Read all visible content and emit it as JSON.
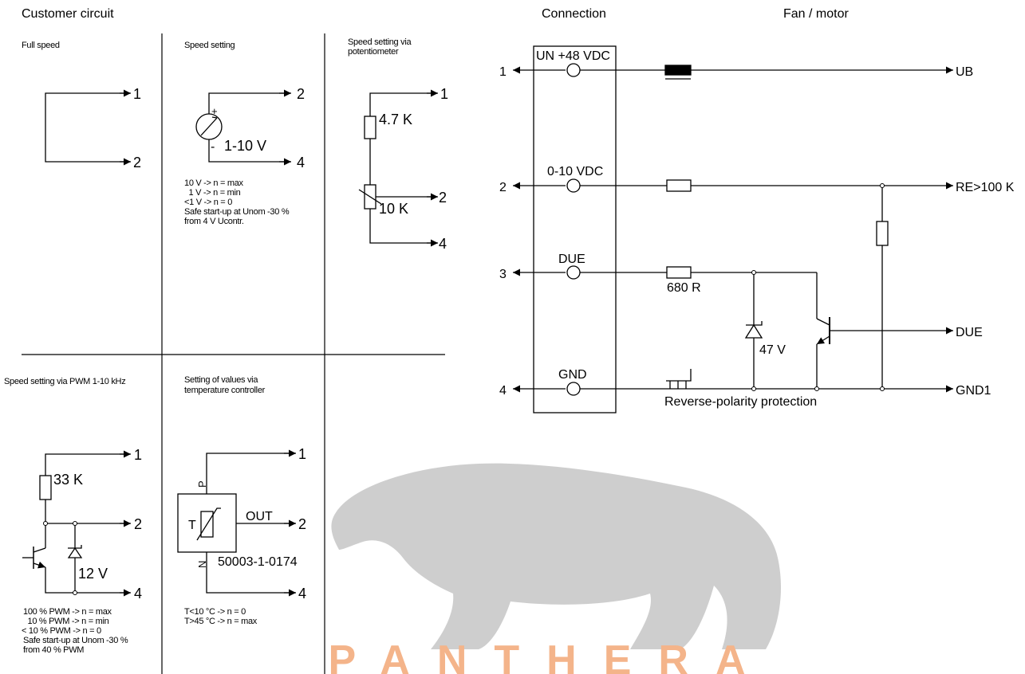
{
  "headers": {
    "customer_circuit": "Customer circuit",
    "connection": "Connection",
    "fan_motor": "Fan / motor"
  },
  "panels": {
    "full_speed": {
      "title": "Full speed",
      "pins": [
        "1",
        "2"
      ]
    },
    "speed_setting": {
      "title": "Speed setting",
      "source_label": "1-10 V",
      "plus": "+",
      "minus": "-",
      "pins": [
        "2",
        "4"
      ],
      "notes": [
        "10 V -> n = max",
        "  1 V -> n = min",
        "<1 V -> n = 0",
        "Safe start-up at Unom -30 %",
        "from 4 V Ucontr."
      ]
    },
    "potentiometer": {
      "title_lines": [
        "Speed setting via",
        "potentiometer"
      ],
      "r_fixed": "4.7 K",
      "r_pot": "10 K",
      "pins": [
        "1",
        "2",
        "4"
      ]
    },
    "pwm": {
      "title": "Speed setting via PWM 1-10 kHz",
      "resistor": "33 K",
      "zener": "12 V",
      "pins": [
        "1",
        "2",
        "4"
      ],
      "notes": [
        "100 % PWM -> n = max",
        "  10 % PWM -> n = min",
        "< 10 % PWM -> n = 0",
        "Safe start-up at Unom -30 %",
        "from 40 % PWM"
      ]
    },
    "temperature": {
      "title_lines": [
        "Setting of values via",
        "temperature controller"
      ],
      "p_label": "P",
      "n_label": "N",
      "t_label": "T",
      "out_label": "OUT",
      "part_number": "50003-1-0174",
      "pins": [
        "1",
        "2",
        "4"
      ],
      "notes": [
        "T<10 °C -> n = 0",
        "T>45 °C -> n = max"
      ]
    }
  },
  "connection": {
    "pins": [
      {
        "num": "1",
        "label": "UN +48 VDC"
      },
      {
        "num": "2",
        "label": "0-10 VDC"
      },
      {
        "num": "3",
        "label": "DUE"
      },
      {
        "num": "4",
        "label": "GND"
      }
    ]
  },
  "motor": {
    "outputs": [
      "UB",
      "RE>100 K",
      "DUE",
      "GND1"
    ],
    "resistor_label": "680 R",
    "zener_label": "47 V",
    "protection_label": "Reverse-polarity protection"
  },
  "watermark": {
    "text": "PANTHERA"
  },
  "colors": {
    "line": "#000000",
    "watermark_gray": "#c6c6c6",
    "watermark_orange": "#f4b48a"
  }
}
